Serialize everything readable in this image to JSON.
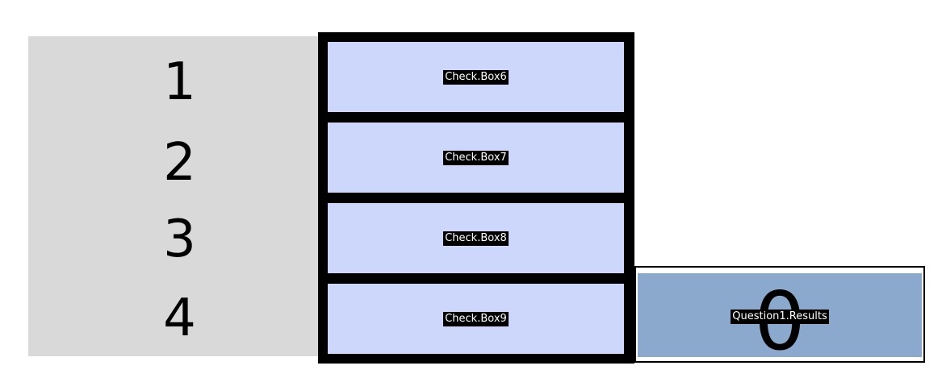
{
  "rows": [
    {
      "number": "1",
      "checkbox_label": "Check.Box6"
    },
    {
      "number": "2",
      "checkbox_label": "Check.Box7"
    },
    {
      "number": "3",
      "checkbox_label": "Check.Box8"
    },
    {
      "number": "4",
      "checkbox_label": "Check.Box9"
    }
  ],
  "results": {
    "label": "Question1.Results",
    "value": "0"
  },
  "colors": {
    "number_panel_bg": "#d9d9d9",
    "checkbox_bg": "#cdd7fc",
    "results_bg": "#8aa9cc",
    "frame": "#000000"
  }
}
